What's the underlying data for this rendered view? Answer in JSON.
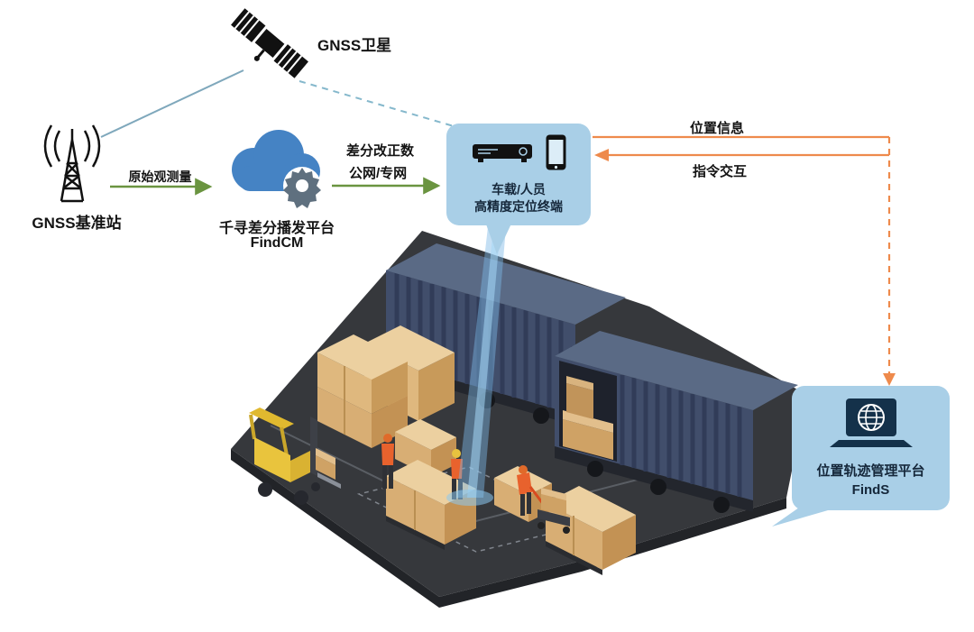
{
  "labels": {
    "satellite": "GNSS卫星",
    "base_station": "GNSS基准站",
    "raw_observation": "原始观测量",
    "cloud_platform": "千寻差分播发平台",
    "cloud_platform_name": "FindCM",
    "correction_line1": "差分改正数",
    "correction_line2": "公网/专网",
    "terminal_line1": "车载/人员",
    "terminal_line2": "高精度定位终端",
    "position_info": "位置信息",
    "command_interaction": "指令交互",
    "mgmt_platform": "位置轨迹管理平台",
    "mgmt_platform_name": "FindS"
  },
  "colors": {
    "bubble_blue": "#a9cfe7",
    "arrow_green": "#6a9440",
    "arrow_orange": "#ee8a4c",
    "line_teal": "#85b8cc",
    "cloud_blue": "#4583c4",
    "platform_dark": "#36383c",
    "container_navy": "#414e6b",
    "box_tan": "#d8ae74"
  }
}
